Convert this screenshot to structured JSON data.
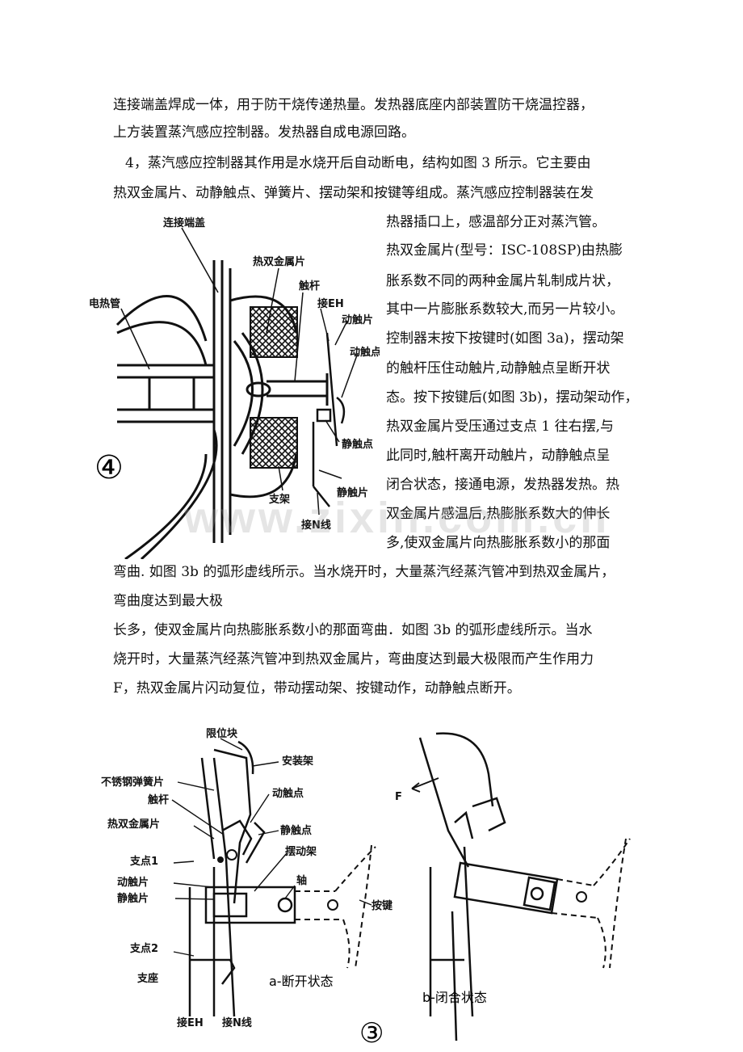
{
  "doc": {
    "para1_line1": "连接端盖焊成一体，用于防干烧传递热量。发热器底座内部装置防干烧温控器，",
    "para1_line2": "上方装置蒸汽感应控制器。发热器自成电源回路。",
    "para2_line1": "4，蒸汽感应控制器其作用是水烧开后自动断电，结构如图 3 所示。它主要由",
    "para2_line2": "热双金属片、动静触点、弹簧片、摆动架和按键等组成。蒸汽感应控制器装在发",
    "wrap_lines": [
      "热器插口上，感温部分正对蒸汽管。",
      "热双金属片(型号：ISC-108SP)由热膨",
      "胀系数不同的两种金属片轧制成片状，",
      "其中一片膨胀系数较大,而另一片较小。",
      "控制器末按下按键时(如图 3a)，摆动架",
      "的触杆压住动触片,动静触点呈断开状",
      "态。按下按键后(如图 3b)，摆动架动作，",
      "热双金属片受压通过支点 1 往右摆,与",
      "此同时,触杆离开动触片，动静触点呈",
      "闭合状态，接通电源，发热器发热。热",
      "双金属片感温后,热膨胀系数大的伸长",
      "多,使双金属片向热膨胀系数小的那面"
    ],
    "para3_line1": "弯曲. 如图 3b 的弧形虚线所示。当水烧开时，大量蒸汽经蒸汽管冲到热双金属片，",
    "para3_line2": "弯曲度达到最大极",
    "para4_line1": "长多，使双金属片向热膨胀系数小的那面弯曲．如图 3b 的弧形虚线所示。当水",
    "para4_line2": "烧开时，大量蒸汽经蒸汽管冲到热双金属片，弯曲度达到最大极限而产生作用力",
    "para4_line3": "F，热双金属片闪动复位，带动摆动架、按键动作，动静触点断开。",
    "watermark": "www.zixin.com.cn"
  },
  "figure4": {
    "label_cap": "连接端盖",
    "label_bimetal": "热双金属片",
    "label_heater": "电热管",
    "label_rod": "触杆",
    "label_eh": "接EH",
    "label_moving_plate": "动触片",
    "label_moving_point": "动触点",
    "label_static_point": "静触点",
    "label_bracket": "支架",
    "label_static_plate": "静触片",
    "label_n": "接N线",
    "number": "④"
  },
  "figure3": {
    "label_limit": "限位块",
    "label_mount": "安装架",
    "label_spring": "不锈钢弹簧片",
    "label_moving_point": "动触点",
    "label_rod": "触杆",
    "label_bimetal": "热双金属片",
    "label_static_point": "静触点",
    "label_swing": "摆动架",
    "label_pivot1": "支点1",
    "label_moving_plate": "动触片",
    "label_axis": "轴",
    "label_static_plate": "静触片",
    "label_key": "按键",
    "label_pivot2": "支点2",
    "label_base": "支座",
    "label_eh": "接EH",
    "label_n": "接N线",
    "caption_a": "a-断开状态",
    "caption_b": "b-闭合状态",
    "label_f": "F",
    "number": "③"
  }
}
